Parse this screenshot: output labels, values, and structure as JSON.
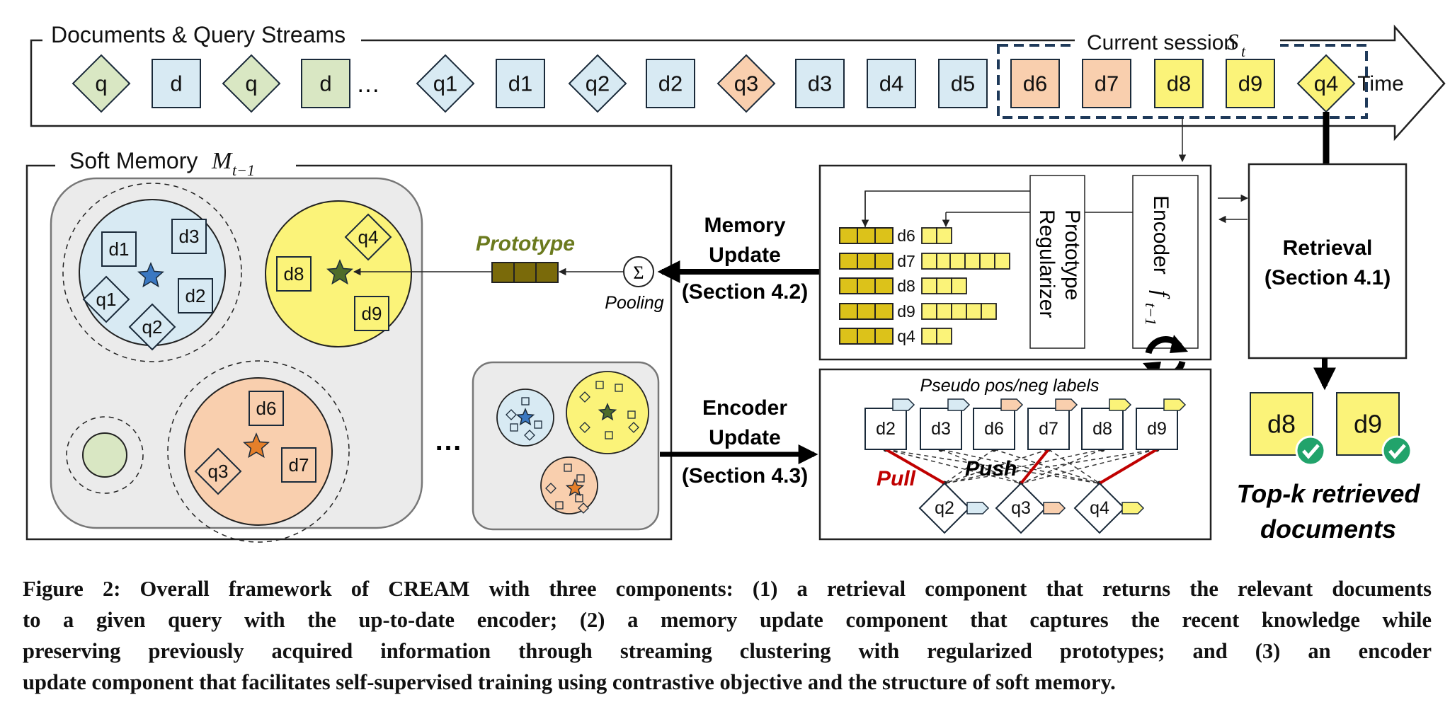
{
  "stream": {
    "title": "Documents & Query Streams",
    "session_label": "Current session",
    "session_symbol": "S",
    "session_sub": "t",
    "time_label": "Time",
    "ellipsis": "…",
    "items": [
      {
        "label": "q",
        "shape": "diamond",
        "color": "#d9e7c3"
      },
      {
        "label": "d",
        "shape": "square",
        "color": "#d8eaf3"
      },
      {
        "label": "q",
        "shape": "diamond",
        "color": "#d9e7c3"
      },
      {
        "label": "d",
        "shape": "square",
        "color": "#d9e7c3"
      },
      {
        "label": "q1",
        "shape": "diamond",
        "color": "#d8eaf3"
      },
      {
        "label": "d1",
        "shape": "square",
        "color": "#d8eaf3"
      },
      {
        "label": "q2",
        "shape": "diamond",
        "color": "#d8eaf3"
      },
      {
        "label": "d2",
        "shape": "square",
        "color": "#d8eaf3"
      },
      {
        "label": "q3",
        "shape": "diamond",
        "color": "#f9cfae"
      },
      {
        "label": "d3",
        "shape": "square",
        "color": "#d8eaf3"
      },
      {
        "label": "d4",
        "shape": "square",
        "color": "#d8eaf3"
      },
      {
        "label": "d5",
        "shape": "square",
        "color": "#d8eaf3"
      },
      {
        "label": "d6",
        "shape": "square",
        "color": "#f9cfae"
      },
      {
        "label": "d7",
        "shape": "square",
        "color": "#f9cfae"
      },
      {
        "label": "d8",
        "shape": "square",
        "color": "#fbf379"
      },
      {
        "label": "d9",
        "shape": "square",
        "color": "#fbf379"
      },
      {
        "label": "q4",
        "shape": "diamond",
        "color": "#fbf379"
      }
    ]
  },
  "memory": {
    "title": "Soft Memory",
    "symbol": "M",
    "sub": "t−1",
    "cluster_blue": {
      "color": "#d8eaf3",
      "items": [
        "d1",
        "d3",
        "q1",
        "d2",
        "q2"
      ]
    },
    "cluster_yellow": {
      "color": "#fbf379",
      "items": [
        "q4",
        "d8",
        "d9"
      ]
    },
    "cluster_orange": {
      "color": "#f9cfae",
      "items": [
        "d6",
        "q3",
        "d7"
      ]
    },
    "cluster_green": {
      "color": "#d9e7c3"
    },
    "ellipsis": "…",
    "prototype_label": "Prototype",
    "pooling_label": "Pooling",
    "sigma": "Σ"
  },
  "memory_update": {
    "line1": "Memory",
    "line2": "Update",
    "line3": "(Section 4.2)"
  },
  "encoder_update": {
    "line1": "Encoder",
    "line2": "Update",
    "line3": "(Section 4.3)"
  },
  "regularizer": {
    "rows": [
      "d6",
      "d7",
      "d8",
      "d9",
      "q4"
    ],
    "prototype_regularizer": [
      "Prototype",
      "Regularizer"
    ],
    "encoder_label": "Encoder",
    "encoder_symbol": "f",
    "encoder_sub": "t−1"
  },
  "retrieval": {
    "line1": "Retrieval",
    "line2": "(Section 4.1)",
    "results": [
      "d8",
      "d9"
    ],
    "topk_line1": "Top-k retrieved",
    "topk_line2": "documents"
  },
  "contrastive": {
    "title": "Pseudo pos/neg labels",
    "docs": [
      "d2",
      "d3",
      "d6",
      "d7",
      "d8",
      "d9"
    ],
    "queries": [
      "q2",
      "q3",
      "q4"
    ],
    "pull_label": "Pull",
    "push_label": "Push"
  },
  "caption": {
    "lines": [
      "Figure 2: Overall framework of CREAM with three components: (1) a retrieval component that returns the relevant documents",
      "to a given query with the up-to-date encoder; (2) a memory update component that captures the recent knowledge while",
      "preserving previously acquired information through streaming clustering with regularized prototypes; and (3) an encoder",
      "update component that facilitates self-supervised training using contrastive objective and the structure of soft memory."
    ]
  },
  "colors": {
    "blue": "#d8eaf3",
    "green": "#d9e7c3",
    "orange": "#f9cfae",
    "yellow": "#fbf379",
    "gold": "#dcc21a",
    "prototype": "#7a6a0a",
    "prototype_text": "#6b7a1e",
    "pull": "#c00000",
    "check": "#21a36b",
    "session_border": "#1f3a5a"
  }
}
